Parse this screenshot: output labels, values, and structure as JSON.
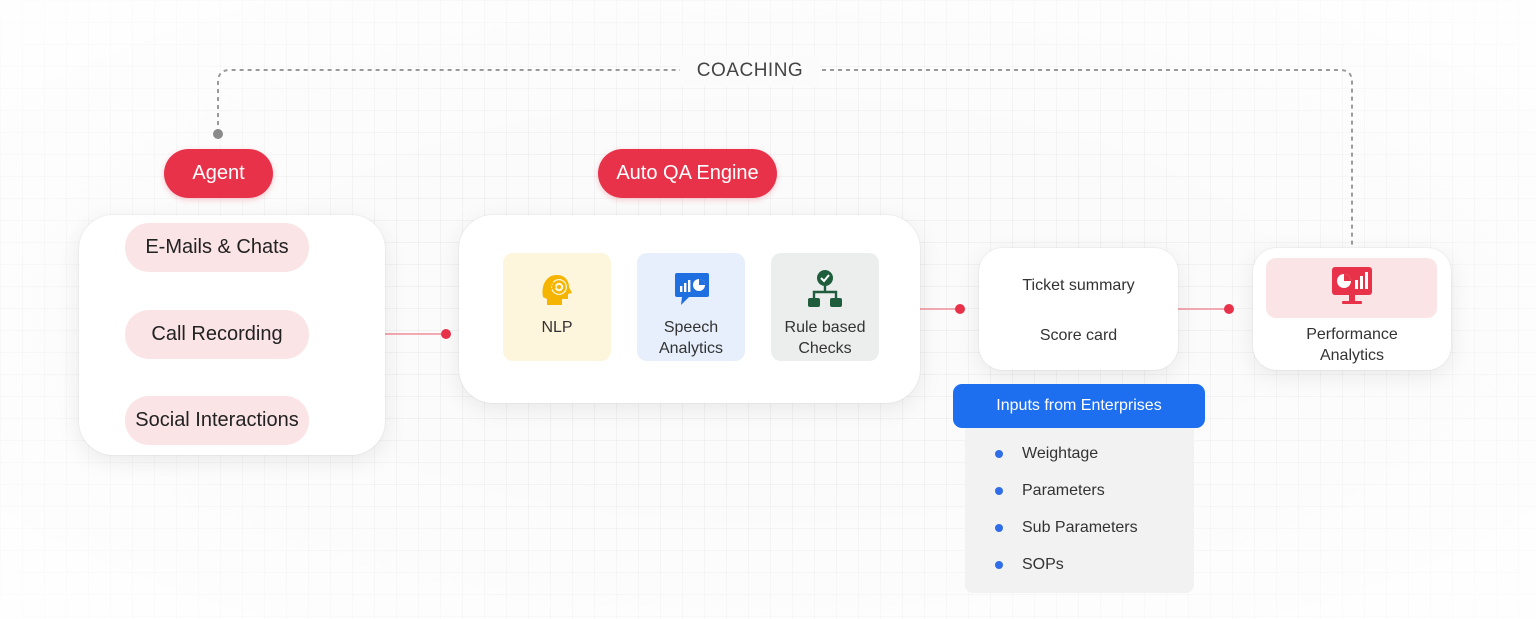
{
  "coaching": {
    "label": "COACHING"
  },
  "agent": {
    "title": "Agent",
    "sources": [
      "E-Mails & Chats",
      "Call Recording",
      "Social Interactions"
    ]
  },
  "engine": {
    "title": "Auto QA Engine",
    "tiles": [
      {
        "label": "NLP",
        "icon": "head-gear-icon",
        "bg": "#fdf6dc"
      },
      {
        "label": "Speech\nAnalytics",
        "icon": "speech-chart-icon",
        "bg": "#e6effb"
      },
      {
        "label": "Rule based\nChecks",
        "icon": "flowchart-check-icon",
        "bg": "#eceeed"
      }
    ]
  },
  "outputs": {
    "ticket_summary": "Ticket summary",
    "score_card": "Score card"
  },
  "performance": {
    "label": "Performance\nAnalytics",
    "icon": "monitor-chart-icon"
  },
  "enterprise_inputs": {
    "title": "Inputs from Enterprises",
    "items": [
      "Weightage",
      "Parameters",
      "Sub Parameters",
      "SOPs"
    ]
  },
  "colors": {
    "accent_red": "#e8324a",
    "pill_pink": "#fbe4e6",
    "blue": "#1e6ff0",
    "nlp_yellow": "#f5b400",
    "speech_blue": "#1f6fe0",
    "rules_green": "#1f5d3c"
  }
}
